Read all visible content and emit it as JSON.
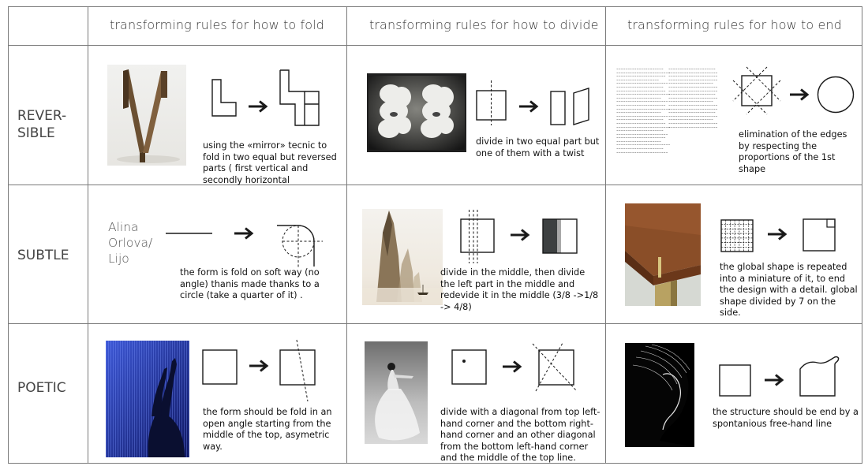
{
  "columns": {
    "fold": "transforming rules for how to fold",
    "divide": "transforming rules for how to divide",
    "end": "transforming rules for how to end"
  },
  "rows": {
    "reversible": [
      "REVER-",
      "SIBLE"
    ],
    "subtle": "SUBTLE",
    "poetic": "POETIC"
  },
  "signature": [
    "Alina",
    "Orlova/",
    "Lijo"
  ],
  "cells": {
    "reversible_fold": "using the «mirror» tecnic to fold in two equal but reversed parts ( first vertical and secondly horizontal",
    "reversible_divide": "divide in two equal part but one of them with a twist",
    "reversible_end": "elimination of the edges by respecting the proportions of the 1st shape",
    "subtle_fold": "the form is fold on soft way (no angle) thanis made thanks to a circle (take a quarter of it) .",
    "subtle_divide": "divide in the middle, then divide the left part in the middle and redevide it in the middle (3/8 ->1/8 -> 4/8)",
    "subtle_end": "the global shape is repeated into a miniature of it, to end the design with a detail. global shape divided by 7 on the side.",
    "poetic_fold": "the form should be fold in an open angle starting from the middle of the top, asymetric way.",
    "poetic_divide": "divide with a diagonal from top left-hand corner and the bottom right-hand corner and an other diagonal from the bottom left-hand corner and the middle of the top line.",
    "poetic_end": "the structure should be end by a spontanious free-hand line"
  },
  "icons": {
    "arrow": "arrow-right-icon",
    "ink": "#1a1a1a",
    "grid_line": "#7a7a7a"
  }
}
